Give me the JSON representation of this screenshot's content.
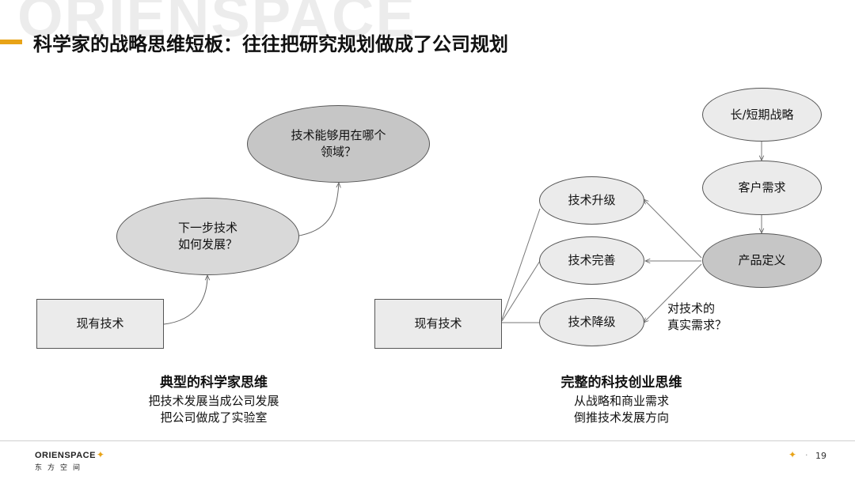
{
  "watermark": "ORIENSPACE",
  "title": "科学家的战略思维短板：往往把研究规划做成了公司规划",
  "left": {
    "current": "现有技术",
    "next": "下一步技术\n如何发展？",
    "field": "技术能够用在哪个\n领域？",
    "caption_head": "典型的科学家思维",
    "caption_line1": "把技术发展当成公司发展",
    "caption_line2": "把公司做成了实验室"
  },
  "right": {
    "current": "现有技术",
    "upgrade": "技术升级",
    "improve": "技术完善",
    "downgrade": "技术降级",
    "strategy": "长/短期战略",
    "customer": "客户需求",
    "product": "产品定义",
    "note": "对技术的\n真实需求？",
    "caption_head": "完整的科技创业思维",
    "caption_line1": "从战略和商业需求",
    "caption_line2": "倒推技术发展方向"
  },
  "footer": {
    "logo_en": "ORIENSPACE",
    "logo_cn": "东方空间",
    "page": "19"
  },
  "colors": {
    "accent": "#e8a317",
    "node_light": "#ebebeb",
    "node_dark": "#c6c6c6"
  }
}
